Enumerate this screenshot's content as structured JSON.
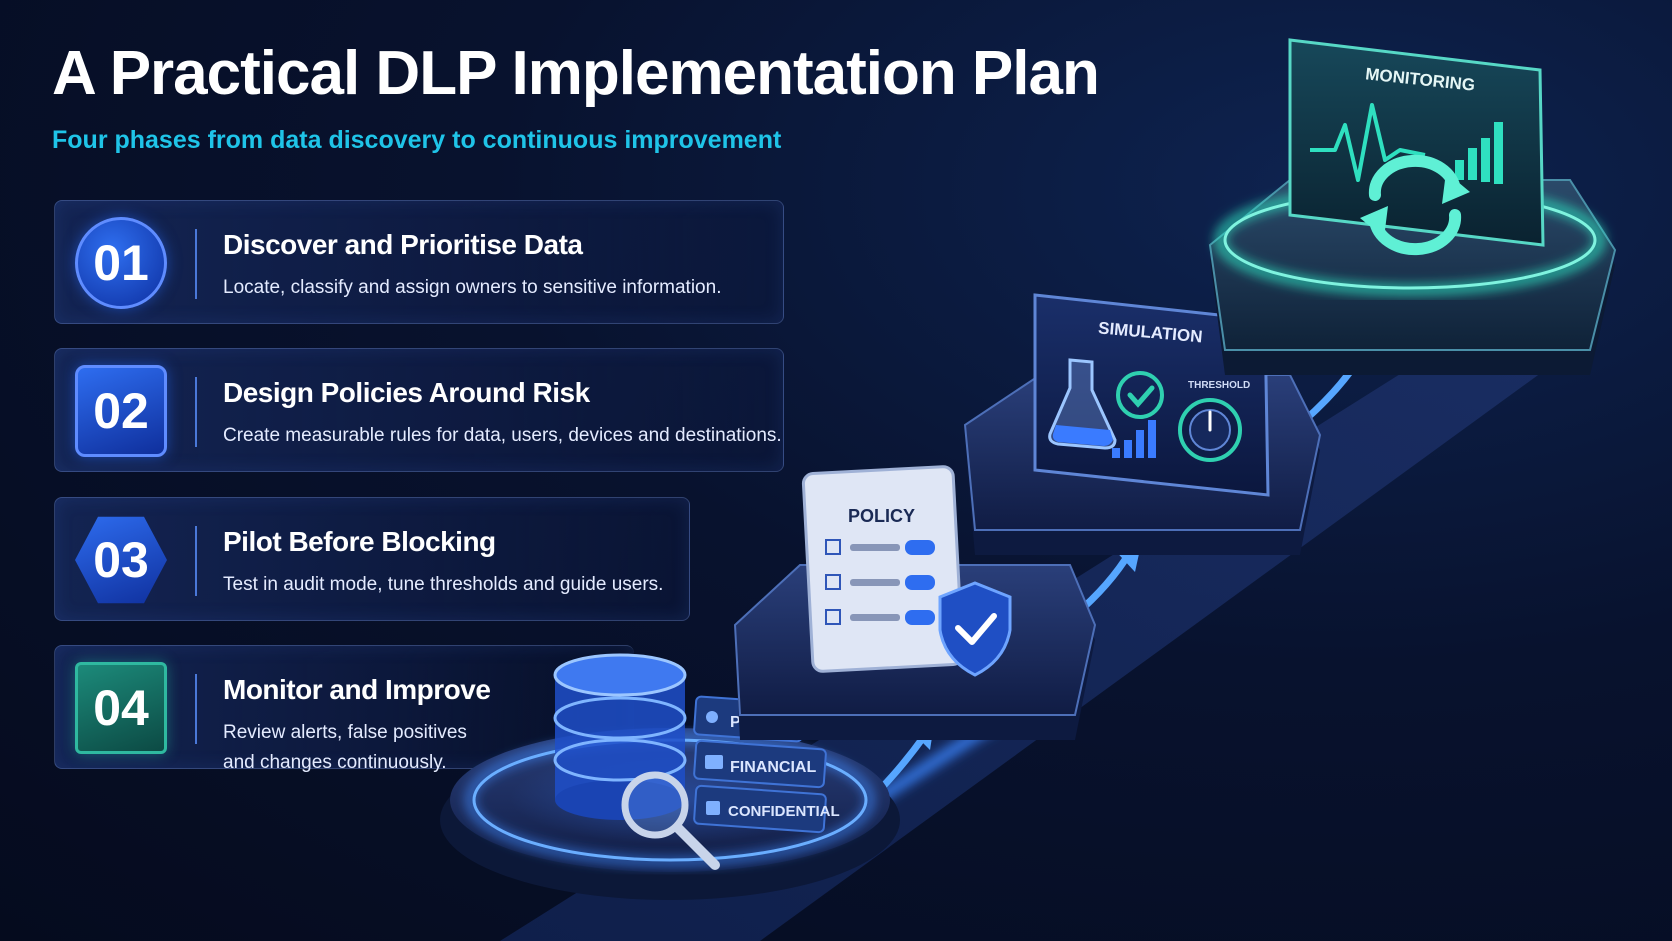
{
  "title": "A Practical DLP Implementation Plan",
  "subtitle": "Four phases from data discovery to continuous improvement",
  "steps": [
    {
      "number": "01",
      "title": "Discover and Prioritise Data",
      "description": "Locate, classify and assign owners to sensitive information."
    },
    {
      "number": "02",
      "title": "Design Policies Around Risk",
      "description": "Create measurable rules for data, users, devices and destinations."
    },
    {
      "number": "03",
      "title": "Pilot Before Blocking",
      "description": "Test in audit mode, tune thresholds and guide users."
    },
    {
      "number": "04",
      "title": "Monitor and Improve",
      "description": "Review alerts, false positives and changes continuously."
    }
  ],
  "illustration": {
    "tags": [
      "PII",
      "FINANCIAL",
      "CONFIDENTIAL"
    ],
    "policy_label": "POLICY",
    "simulation_label": "SIMULATION",
    "threshold_label": "THRESHOLD",
    "monitoring_label": "MONITORING"
  },
  "colors": {
    "accent_cyan": "#1fc4e8",
    "accent_blue": "#2e6df0",
    "accent_teal": "#2fd0b0",
    "background": "#08122e"
  }
}
